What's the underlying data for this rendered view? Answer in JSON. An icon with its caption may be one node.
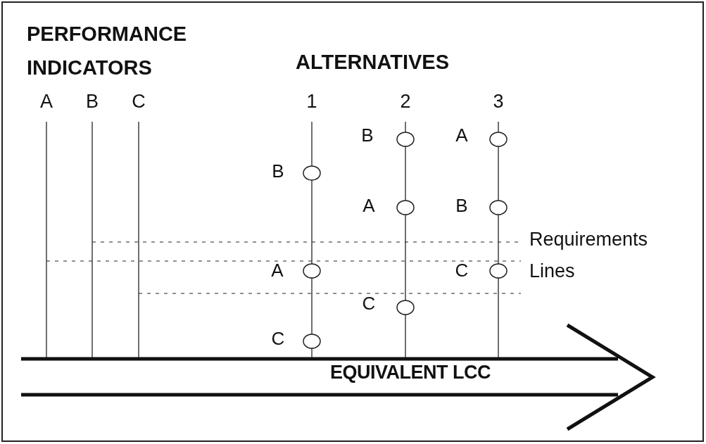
{
  "diagram": {
    "labels": [
      "PERFORMANCE INDICATORS",
      "ALTERNATIVES",
      "A",
      "B",
      "C",
      "1",
      "2",
      "3",
      "B",
      "A",
      "B",
      "A",
      "B",
      "Requirements Lines",
      "A",
      "C",
      "C",
      "C",
      "EQUIVALENT LCC"
    ]
  }
}
